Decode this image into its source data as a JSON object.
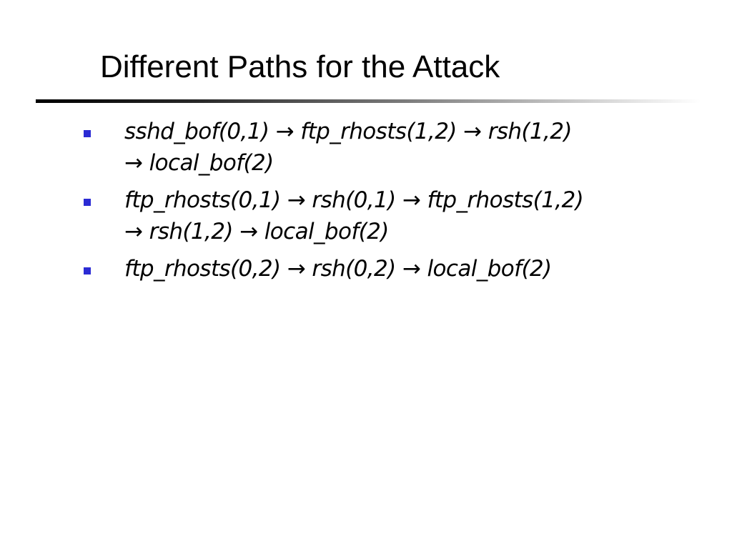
{
  "slide": {
    "title": "Different Paths for the Attack",
    "bullets": [
      {
        "line1": "sshd_bof(0,1) → ftp_rhosts(1,2) → rsh(1,2)",
        "line2": "→ local_bof(2)"
      },
      {
        "line1": "ftp_rhosts(0,1) → rsh(0,1) → ftp_rhosts(1,2)",
        "line2": "→ rsh(1,2) → local_bof(2)"
      },
      {
        "line1": "ftp_rhosts(0,2) → rsh(0,2) → local_bof(2)",
        "line2": ""
      }
    ],
    "colors": {
      "bullet": "#2b2bd4",
      "text": "#000000",
      "background": "#ffffff"
    }
  }
}
